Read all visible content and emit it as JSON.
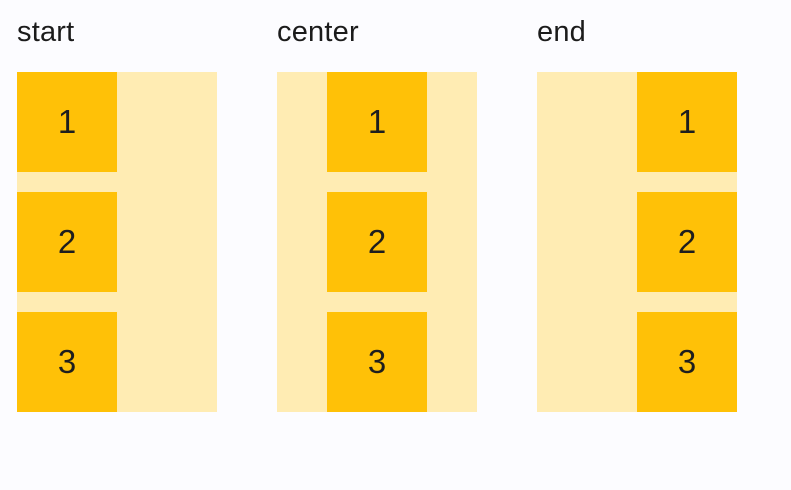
{
  "colors": {
    "page_background": "#FCFCFF",
    "container_background": "#FFECB3",
    "item_background": "#FFC107",
    "label_text": "#1B1B1B",
    "item_text": "#1E1E1E"
  },
  "examples": [
    {
      "id": "start",
      "label": "start",
      "alignment": "start",
      "items": [
        "1",
        "2",
        "3"
      ]
    },
    {
      "id": "center",
      "label": "center",
      "alignment": "center",
      "items": [
        "1",
        "2",
        "3"
      ]
    },
    {
      "id": "end",
      "label": "end",
      "alignment": "end",
      "items": [
        "1",
        "2",
        "3"
      ]
    }
  ]
}
